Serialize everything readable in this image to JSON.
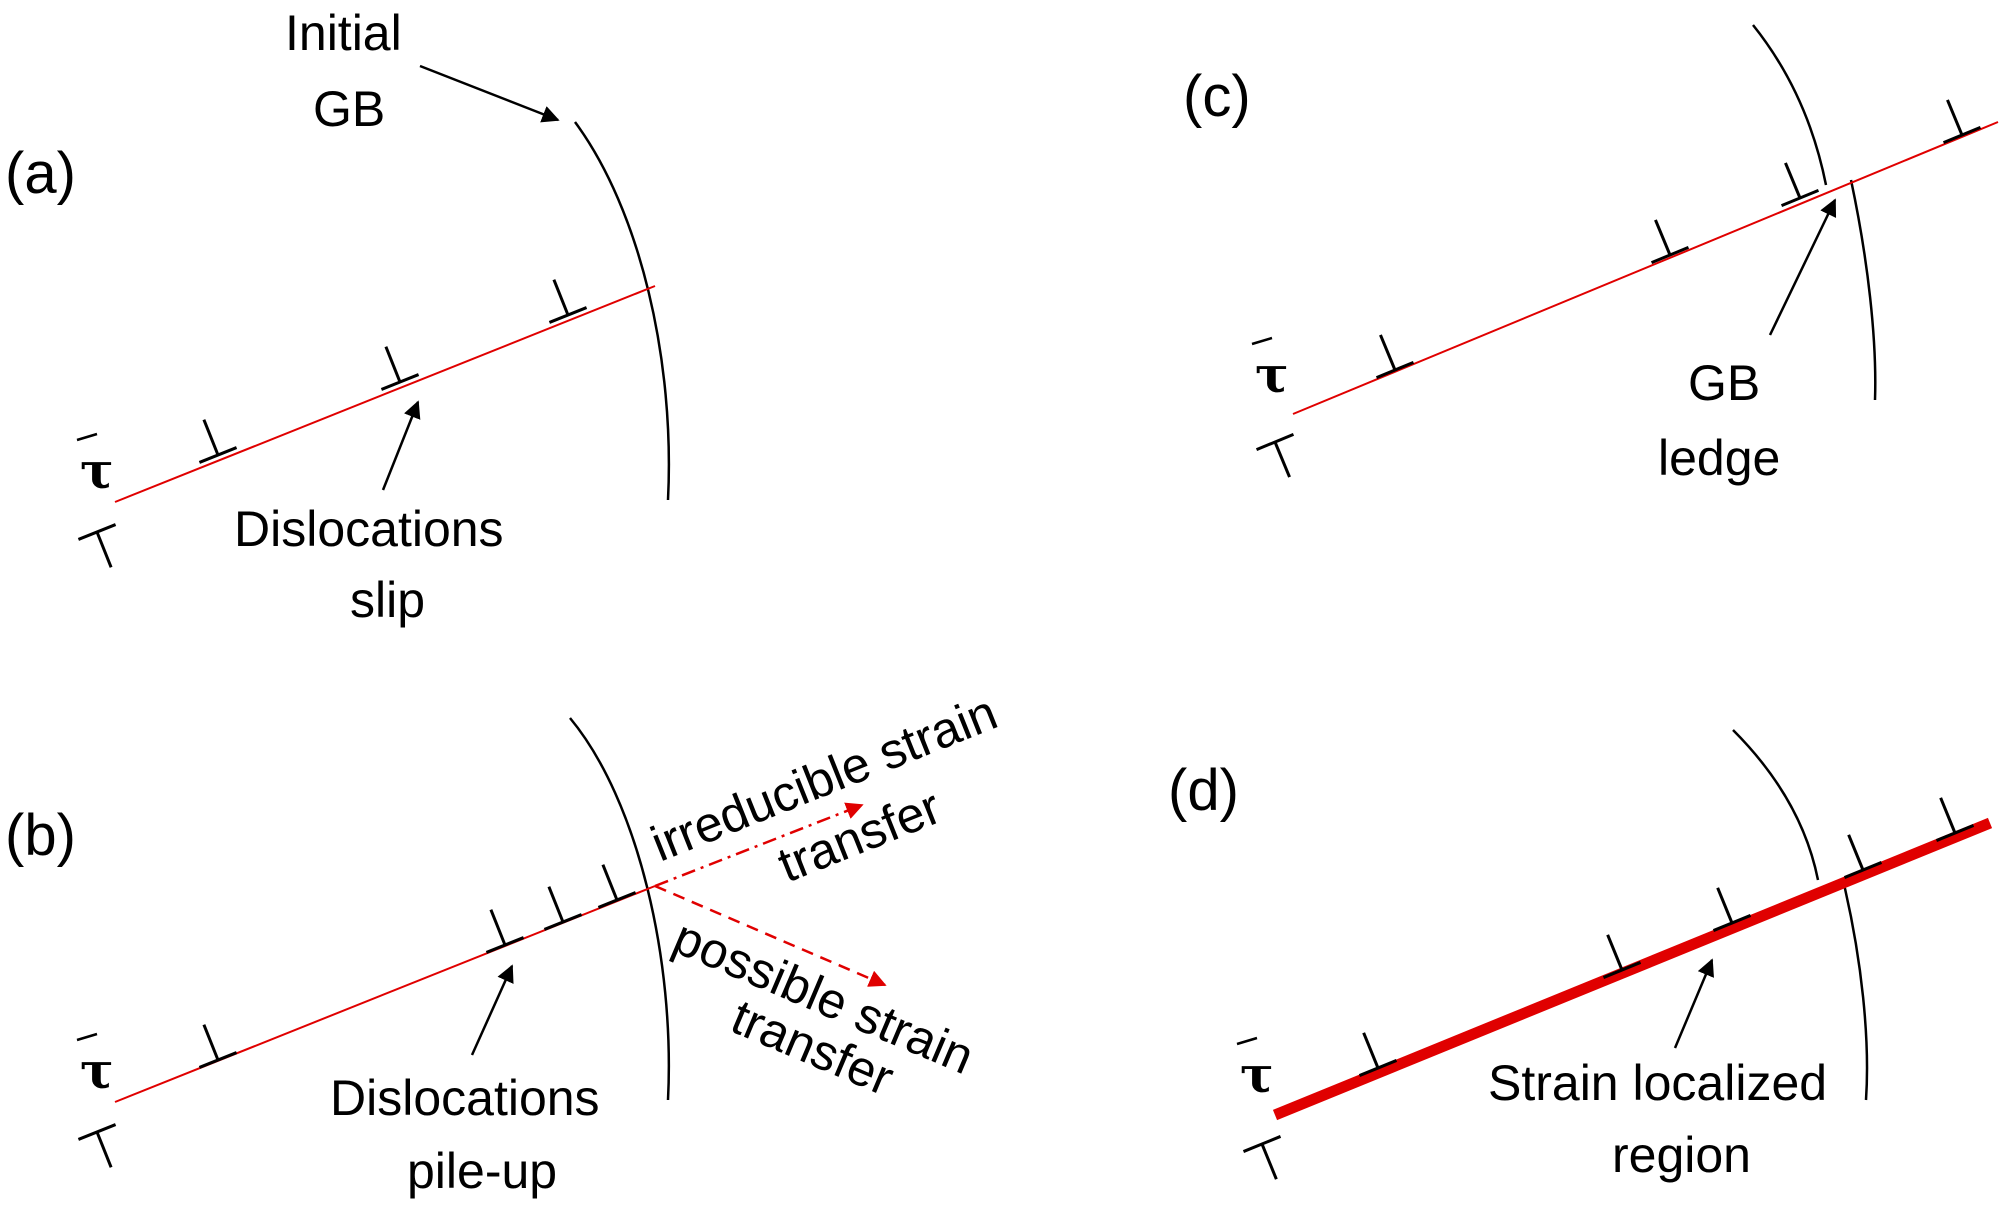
{
  "colors": {
    "slip": "#e00000",
    "line": "#000000",
    "background": "#ffffff"
  },
  "panels": {
    "a": {
      "label": "(a)",
      "annotation_gb": [
        "Initial",
        "GB"
      ],
      "annotation_slip": [
        "Dislocations",
        "slip"
      ]
    },
    "b": {
      "label": "(b)",
      "annotation_irreducible": [
        "irreducible strain",
        "transfer"
      ],
      "annotation_possible": [
        "possible strain",
        "transfer"
      ],
      "annotation_pileup": [
        "Dislocations",
        "pile-up"
      ]
    },
    "c": {
      "label": "(c)",
      "annotation_ledge": [
        "GB",
        "ledge"
      ]
    },
    "d": {
      "label": "(d)",
      "annotation_localized": [
        "Strain localized",
        "region"
      ]
    }
  },
  "stress_symbol": "τ",
  "icons": {
    "dislocation": "inverted-T dislocation symbol",
    "stress_arrow": "vector arrow over tau"
  }
}
